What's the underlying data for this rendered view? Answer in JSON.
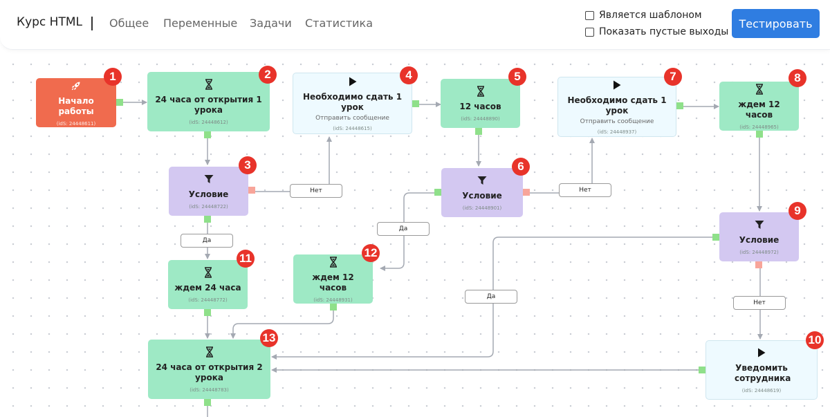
{
  "header": {
    "title": "Курс HTML",
    "nav": [
      "Общее",
      "Переменные",
      "Задачи",
      "Статистика"
    ],
    "checkbox_template": "Является шаблоном",
    "checkbox_empty_exits": "Показать пустые выходы",
    "test_button": "Тестировать"
  },
  "colors": {
    "wait_node": "#9ee9c5",
    "condition_node": "#d3c8f1",
    "message_node": "#eefaff",
    "start_node": "#f06b4e",
    "badge": "#e8332a",
    "accent_button": "#2f7de1"
  },
  "nodes": [
    {
      "badge": "1",
      "icon": "rocket-icon",
      "title": "Начало работы",
      "subtitle": "",
      "id": "(idS: 24448611)"
    },
    {
      "badge": "2",
      "icon": "hourglass-icon",
      "title": "24 часа от открытия 1 урока",
      "subtitle": "",
      "id": "(idS: 24448612)"
    },
    {
      "badge": "3",
      "icon": "filter-icon",
      "title": "Условие",
      "subtitle": "",
      "id": "(idS: 24448722)"
    },
    {
      "badge": "4",
      "icon": "play-icon",
      "title": "Необходимо сдать 1 урок",
      "subtitle": "Отправить сообщение",
      "id": "(idS: 24448615)"
    },
    {
      "badge": "5",
      "icon": "hourglass-icon",
      "title": "12 часов",
      "subtitle": "",
      "id": "(idS: 24448890)"
    },
    {
      "badge": "6",
      "icon": "filter-icon",
      "title": "Условие",
      "subtitle": "",
      "id": "(idS: 24448901)"
    },
    {
      "badge": "7",
      "icon": "play-icon",
      "title": "Необходимо сдать 1 урок",
      "subtitle": "Отправить сообщение",
      "id": "(idS: 24448937)"
    },
    {
      "badge": "8",
      "icon": "hourglass-icon",
      "title": "ждем 12 часов",
      "subtitle": "",
      "id": "(idS: 24448965)"
    },
    {
      "badge": "9",
      "icon": "filter-icon",
      "title": "Условие",
      "subtitle": "",
      "id": "(idS: 24448972)"
    },
    {
      "badge": "10",
      "icon": "play-icon",
      "title": "Уведомить сотрудника",
      "subtitle": "",
      "id": "(idS: 24448619)"
    },
    {
      "badge": "11",
      "icon": "hourglass-icon",
      "title": "ждем 24 часа",
      "subtitle": "",
      "id": "(idS: 24448772)"
    },
    {
      "badge": "12",
      "icon": "hourglass-icon",
      "title": "ждем 12 часов",
      "subtitle": "",
      "id": "(idS: 24448931)"
    },
    {
      "badge": "13",
      "icon": "hourglass-icon",
      "title": "24 часа от открытия 2 урока",
      "subtitle": "",
      "id": "(idS: 24448783)"
    }
  ],
  "edge_labels": {
    "no": "Нет",
    "yes": "Да"
  }
}
